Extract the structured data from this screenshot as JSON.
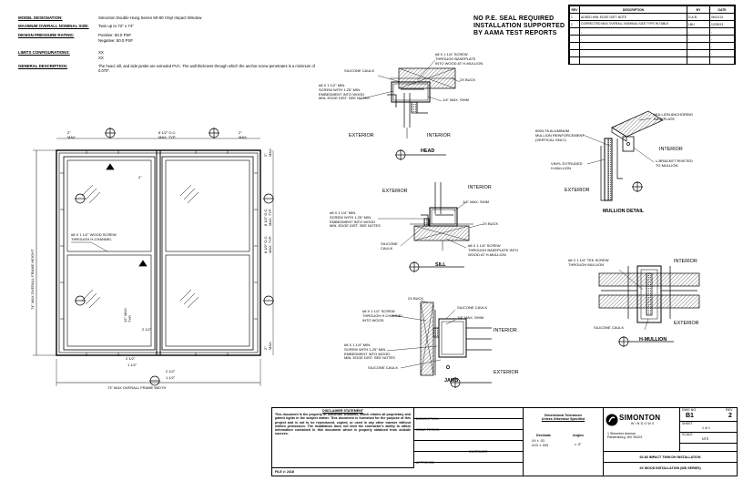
{
  "header": {
    "rows": [
      {
        "label": "MODEL DESIGNATION:",
        "value": "Simonton Double Hung Series 60-80 Vinyl Impact Window"
      },
      {
        "label": "MAXIMUM OVERALL NOMINAL SIZE:",
        "value": "Twin up to 73\" x 74\""
      },
      {
        "label": "DESIGN PRESSURE RATING:",
        "value": "Positive: 50.0 PSF"
      },
      {
        "label": "",
        "value": "Negative: 50.0 PSF"
      },
      {
        "label": "LIMITS CONFIGURATIONS:",
        "value": "XX"
      },
      {
        "label": "",
        "value": "XX"
      },
      {
        "label": "GENERAL DESCRIPTION:",
        "value": ""
      }
    ],
    "description": "The head, sill, and side jambs are extruded PVC. The wall thickness through which the anchor screw penetrates is a minimum of 0.070\"."
  },
  "note": [
    "NO P.E. SEAL REQUIRED",
    "INSTALLATION SUPPORTED",
    "BY AAMA TEST REPORTS"
  ],
  "revisions": {
    "headers": [
      "REV",
      "DESCRIPTION",
      "BY",
      "DATE"
    ],
    "rows": [
      [
        "1",
        "ADDED MIN. EDGE DIST. NOTE",
        "D.A.B.",
        "06/11/13"
      ],
      [
        "2",
        "CORRECTED MAX OVERALL NOMINAL SIZE TYPE IN TABLE",
        "LBH",
        "12/09/13"
      ],
      [
        "",
        "",
        "",
        ""
      ],
      [
        "",
        "",
        "",
        ""
      ],
      [
        "",
        "",
        "",
        ""
      ],
      [
        "",
        "",
        "",
        ""
      ],
      [
        "",
        "",
        "",
        ""
      ]
    ]
  },
  "elevation": {
    "dim_top_left": "2\"\nMAX.",
    "dim_top_mid": "8 1/2\" O.C.\nMAX. TYP.",
    "dim_top_right": "2\"\nMAX.",
    "dim_right_top": "2\"\nMAX.",
    "dim_right_mid": "8 1/2\" O.C.\nMAX. TYP.",
    "dim_right_mid2": "8 1/2\" O.C.\nMAX. TYP.",
    "dim_right_bot": "2\"\nMAX.",
    "dim_center_a": "2\"",
    "dim_center_b": "12\" MAX.\nTYP.",
    "dim_center_c": "2 1/2\"",
    "dim_bot_a": "2 1/2\"",
    "dim_bot_b": "1 1/2\"",
    "dim_bot_c": "2 1/2\"",
    "dim_bot_d": "1 1/2\"",
    "overall_height": "74\" MAX OVERALL FRAME HEIGHT",
    "overall_width": "73\" MAX OVERALL FRAME WIDTH",
    "screw_note": "#8 X 1 1/2\" WOOD SCREW\nTHROUGH H-CHANNEL"
  },
  "head": {
    "title": "HEAD",
    "callouts": [
      "SILICONE CAULK",
      "#8 X 1 1/4\" SCREW\nTHROUGH BASEPLATE\nINTO WOOD AT H-MULLION",
      "#8 X 1 1/2\" MIN.\nSCREW WITH 1.25\" MIN.\nEMBEDMENT INTO WOOD\nMIN. EDGE DIST. SEE NOTES",
      "2X BUCK",
      "1/4\" MAX. SHIM"
    ],
    "exterior": "EXTERIOR",
    "interior": "INTERIOR"
  },
  "sill": {
    "title": "SILL",
    "callouts": [
      "#8 X 1 1/4\" MIN.\nSCREW WITH 1.25\" MIN.\nEMBEDMENT INTO WOOD\nMIN. EDGE DIST. SEE NOTES",
      "1/4\" MAX. SHIM",
      "2X BUCK",
      "SILICONE\nCAULK",
      "#8 X 1 1/4\" SCREW\nTHROUGH BASEPLATE INTO\nWOOD AT H-MULLION"
    ],
    "exterior": "EXTERIOR",
    "interior": "INTERIOR"
  },
  "mullion": {
    "title": "MULLION DETAIL",
    "callouts": [
      "MULLION ANCHORING\nBASEPLATE",
      "6063-T6 ALUMINUM\nMULLION REINFORCEMENT\n(VERTICAL ONLY)",
      "VINYL EXTRUDED\nH-MULLION",
      "L-BRACKET RIVETED\nTO MULLION"
    ],
    "exterior": "EXTERIOR",
    "interior": "INTERIOR"
  },
  "hmullion": {
    "title": "H-MULLION",
    "callouts": [
      "#8 X 1 1/4\" TEK SCREW\nTHROUGH MULLION",
      "SILICONE CAULK"
    ],
    "exterior": "EXTERIOR",
    "interior": "INTERIOR"
  },
  "jamb": {
    "title": "JAMB",
    "callouts": [
      "2X BUCK",
      "#8 X 1 1/2\" SCREW\nTHROUGH H-CHANNEL\nINTO WOOD",
      "SILICONE CAULK",
      "1/4\" MAX. SHIM",
      "#8 X 1 1/4\" MIN.\nSCREW WITH 1.25\" MIN.\nEMBEDMENT INTO WOOD\nMIN. EDGE DIST. SEE NOTES",
      "SILICONE CAULK"
    ],
    "exterior": "EXTERIOR",
    "interior": "INTERIOR"
  },
  "titleblock": {
    "disclaimer_title": "DISCLAIMER STATEMENT",
    "disclaimer": "This document is the property of Simonton Windows, which retains all proprietary and patent rights in the subject matter. This document is furnished for the purpose of this project and is not to be reproduced, copied, or used in any other manner without written permission. The installation does not limit the contractor's ability to utilize information contained in this document which is properly obtained from outside sources.",
    "file_label": "FILE #: 2418",
    "drawn_label": "DESCRIPTION",
    "drawn_value": "",
    "checked_label": "ISSUE PERIOD",
    "approved_label": "APPROVED",
    "customer_label": "CUSTOMER",
    "dim_tol": "Dimensional Tolerances",
    "dim_tol_sub": "Unless Otherwise Specified",
    "decimals_label": "Decimals",
    "decimals_vals": ".XX ± .03\n.XXX ± .005",
    "angles_label": "Angles",
    "angles_vals": "± .5°",
    "brand": "SIMONTON",
    "brand_sub": "WINDOWS",
    "company_addr": "1 Simonton Avenue\nParkersburg, WV 26101",
    "dwg_label": "DWG NO.",
    "dwg_no": "B1",
    "sheet_label": "SHEET",
    "sheet_no": "1 of 1",
    "rev_label": "REV",
    "rev_no": "2",
    "scale_label": "SCALE",
    "scale_val": "NTS",
    "title_main": "60-80 IMPACT TWIN DH INSTALLATION",
    "title_sub": "2X WOOD INSTALLATION (WD SERIES)"
  }
}
